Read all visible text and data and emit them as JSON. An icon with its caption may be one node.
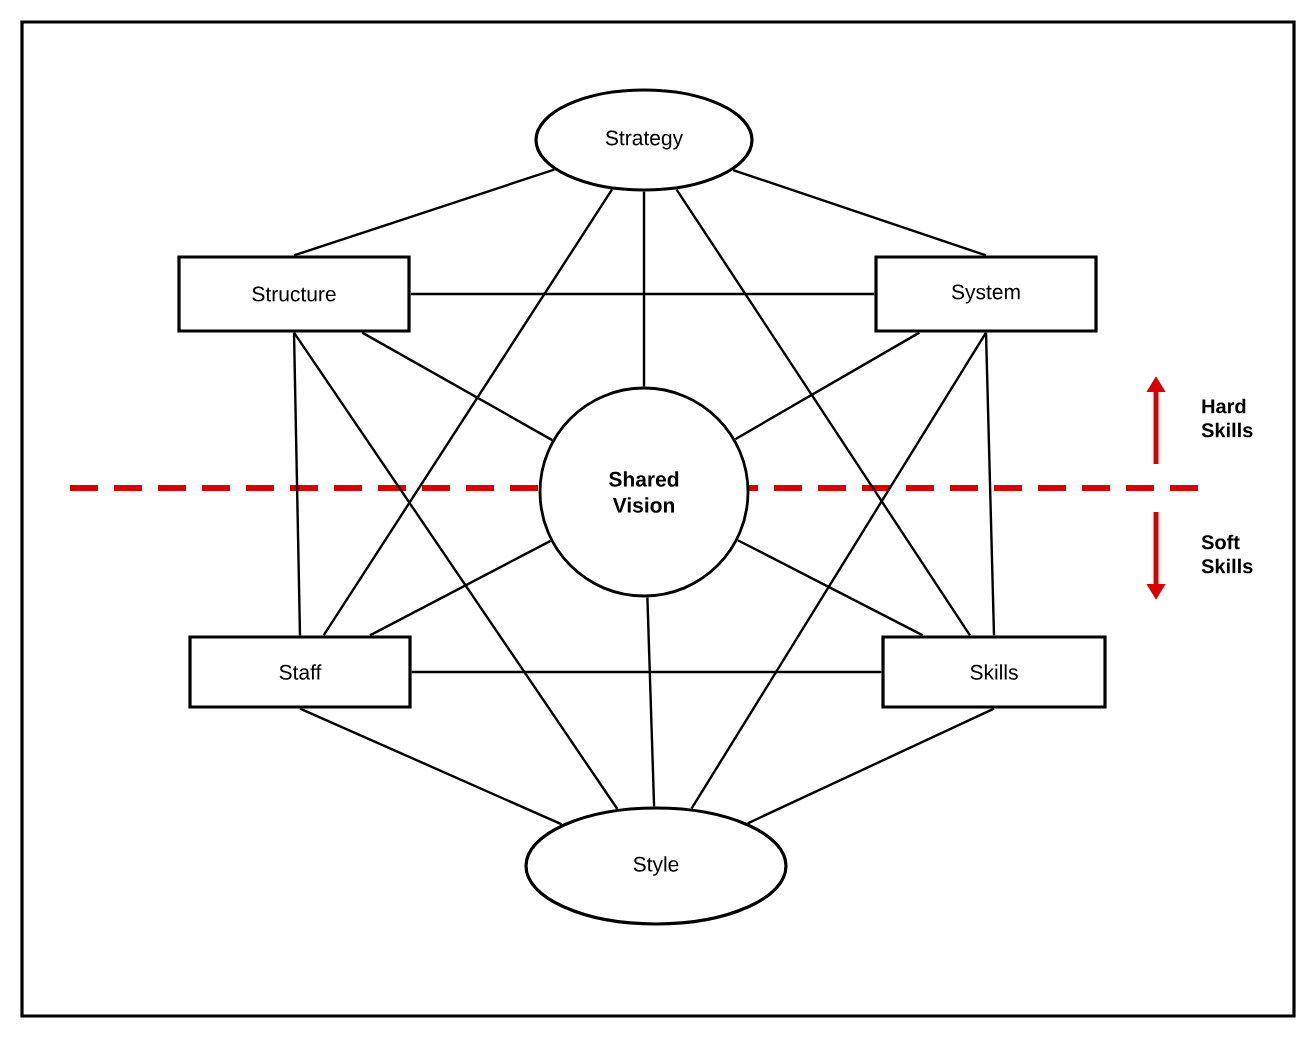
{
  "diagram": {
    "nodes": [
      {
        "text": [
          "Strategy"
        ]
      },
      {
        "text": [
          "Structure"
        ]
      },
      {
        "text": [
          "System"
        ]
      },
      {
        "text": [
          "Shared Vision"
        ]
      },
      {
        "text": [
          "Staff"
        ]
      },
      {
        "text": [
          "Skills"
        ]
      },
      {
        "text": [
          "Style"
        ]
      }
    ],
    "edges": [
      {
        "from": 0,
        "to": 1,
        "arrow": "none"
      },
      {
        "from": 0,
        "to": 2,
        "arrow": "none"
      },
      {
        "from": 0,
        "to": 3,
        "arrow": "none"
      },
      {
        "from": 0,
        "to": 4,
        "arrow": "none"
      },
      {
        "from": 0,
        "to": 5,
        "arrow": "none"
      },
      {
        "from": 1,
        "to": 2,
        "arrow": "none"
      },
      {
        "from": 1,
        "to": 3,
        "arrow": "none"
      },
      {
        "from": 1,
        "to": 4,
        "arrow": "none"
      },
      {
        "from": 1,
        "to": 6,
        "arrow": "none"
      },
      {
        "from": 2,
        "to": 3,
        "arrow": "none"
      },
      {
        "from": 2,
        "to": 5,
        "arrow": "none"
      },
      {
        "from": 2,
        "to": 6,
        "arrow": "none"
      },
      {
        "from": 3,
        "to": 4,
        "arrow": "none"
      },
      {
        "from": 3,
        "to": 5,
        "arrow": "none"
      },
      {
        "from": 3,
        "to": 6,
        "arrow": "none"
      },
      {
        "from": 4,
        "to": 5,
        "arrow": "none"
      },
      {
        "from": 4,
        "to": 6,
        "arrow": "none"
      },
      {
        "from": 5,
        "to": 6,
        "arrow": "none"
      }
    ],
    "labels": [
      "Hard Skills",
      "Soft Skills"
    ]
  }
}
